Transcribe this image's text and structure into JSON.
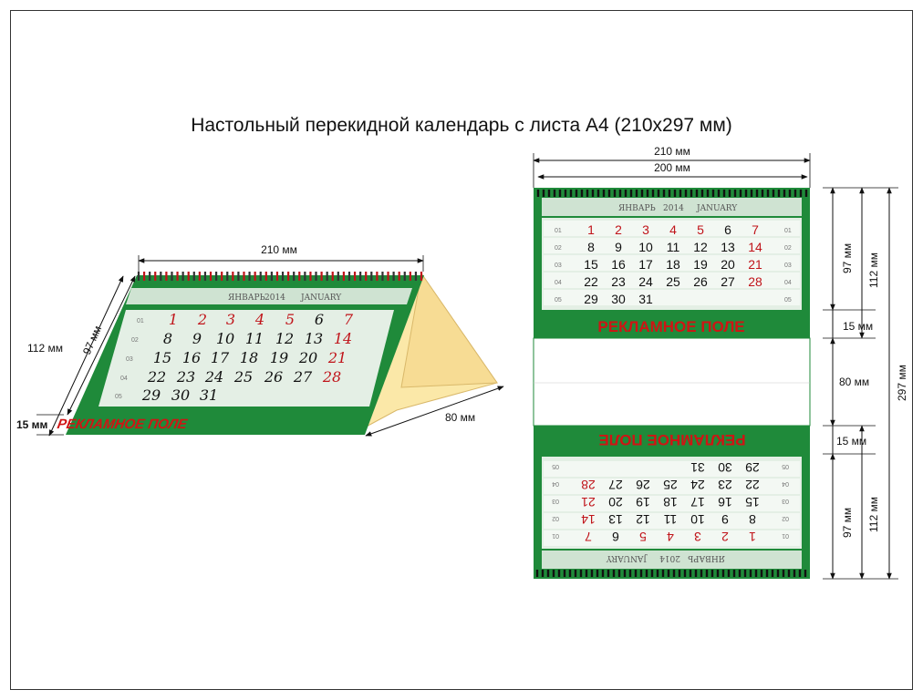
{
  "title": "Настольный перекидной календарь с листа А4 (210х297 мм)",
  "calendar": {
    "month_ru": "ЯНВАРЬ",
    "year": "2014",
    "month_en": "JANUARY",
    "advert": "РЕКЛАМНОЕ ПОЛЕ",
    "week_labels": [
      "01",
      "02",
      "03",
      "04",
      "05"
    ],
    "weeks": [
      [
        "",
        "1",
        "2",
        "3",
        "4",
        "5",
        "6",
        "7"
      ],
      [
        "",
        "8",
        "9",
        "10",
        "11",
        "12",
        "13",
        "14"
      ],
      [
        "",
        "15",
        "16",
        "17",
        "18",
        "19",
        "20",
        "21"
      ],
      [
        "",
        "22",
        "23",
        "24",
        "25",
        "26",
        "27",
        "28"
      ],
      [
        "",
        "29",
        "30",
        "31",
        "",
        "",
        "",
        ""
      ]
    ],
    "red_days": [
      "1",
      "2",
      "3",
      "4",
      "5",
      "7",
      "14",
      "21",
      "28"
    ]
  },
  "dims_desk": {
    "width": "210 мм",
    "height": "112 мм",
    "cal": "97 мм",
    "base": "15 мм",
    "depth": "80 мм"
  },
  "dims_flat": {
    "width_outer": "210 мм",
    "width_inner": "200 мм",
    "cal_top": "97 мм",
    "block_top": "112 мм",
    "strip_top": "15 мм",
    "mid": "80 мм",
    "strip_bottom": "15 мм",
    "cal_bottom": "97 мм",
    "block_bottom": "112 мм",
    "total": "297 мм"
  },
  "colors": {
    "green": "#1f8a3a",
    "green_light": "#cfe3d2",
    "cell": "#e4efe5",
    "red": "#c0141a",
    "yellow": "#fbe8a8"
  }
}
